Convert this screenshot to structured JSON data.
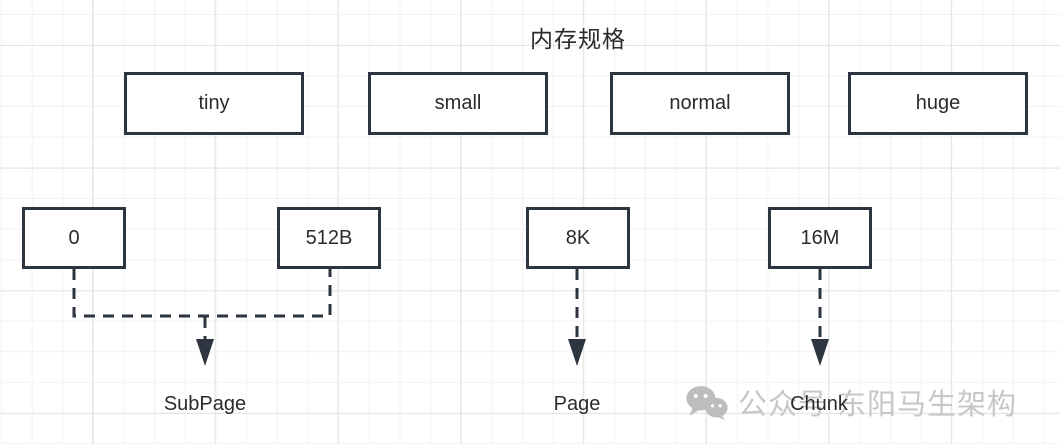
{
  "title": "内存规格",
  "spec_boxes": [
    "tiny",
    "small",
    "normal",
    "huge"
  ],
  "groups": [
    {
      "sizes": [
        "0",
        "512B"
      ],
      "target": "SubPage"
    },
    {
      "sizes": [
        "8K"
      ],
      "target": "Page"
    },
    {
      "sizes": [
        "16M"
      ],
      "target": "Chunk"
    }
  ],
  "watermark": {
    "icon": "wechat-icon",
    "text": "公众号 东阳马生架构"
  },
  "colors": {
    "shape_border": "#2d3640",
    "text": "#2b2b2b",
    "watermark_text": "#c7c7c7",
    "grid_minor": "#f2f2f2",
    "grid_major": "#e4e4e4"
  }
}
